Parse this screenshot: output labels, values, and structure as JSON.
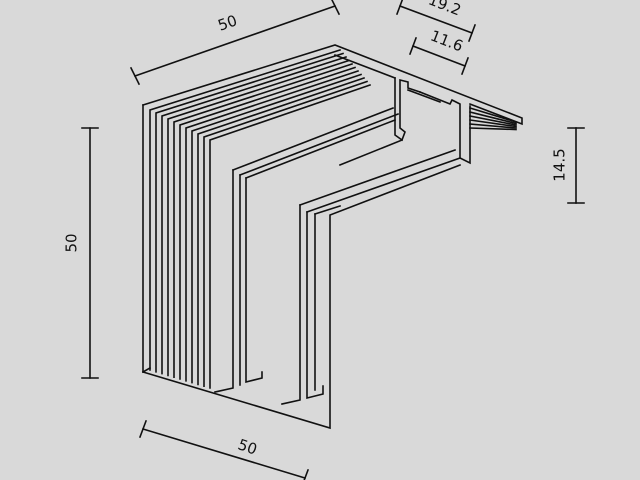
{
  "dimensions": {
    "top_length": "50",
    "total_width": "19.2",
    "channel_width": "11.6",
    "depth": "14.5",
    "height": "50",
    "bottom_length": "50"
  },
  "colors": {
    "background": "#d9d9d9",
    "line": "#111111"
  }
}
